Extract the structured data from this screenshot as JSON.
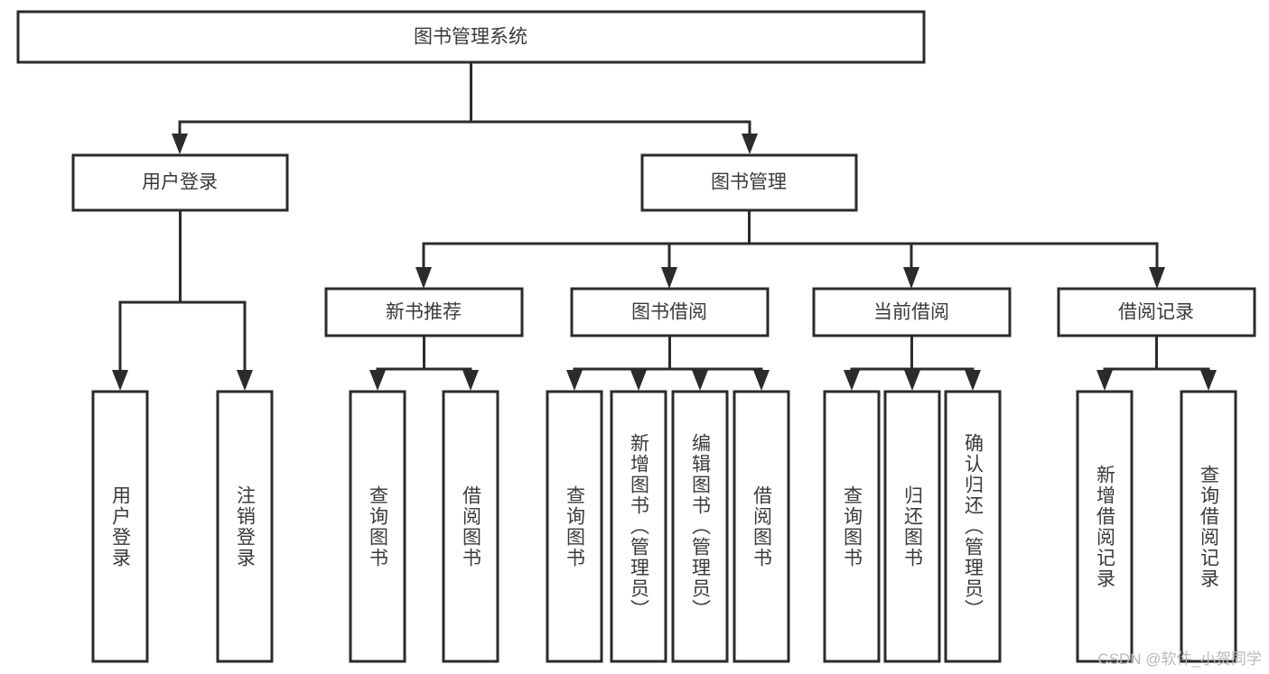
{
  "diagram": {
    "title": "图书管理系统",
    "type": "tree-hierarchy-diagram",
    "colors": {
      "stroke": "#2b2b2b",
      "fill": "#ffffff",
      "text": "#3a3a3a",
      "watermark": "#b9b9b9",
      "background": "#ffffff"
    },
    "root": {
      "label": "图书管理系统"
    },
    "level1": [
      {
        "label": "用户登录"
      },
      {
        "label": "图书管理"
      }
    ],
    "level2": [
      {
        "label": "新书推荐"
      },
      {
        "label": "图书借阅"
      },
      {
        "label": "当前借阅"
      },
      {
        "label": "借阅记录"
      }
    ],
    "leaves": {
      "user_login": [
        {
          "label": "用户登录"
        },
        {
          "label": "注销登录"
        }
      ],
      "new_book_recommend": [
        {
          "label": "查询图书"
        },
        {
          "label": "借阅图书"
        }
      ],
      "book_borrow": [
        {
          "label": "查询图书"
        },
        {
          "label": "新增图书（管理员）"
        },
        {
          "label": "编辑图书（管理员）"
        },
        {
          "label": "借阅图书"
        }
      ],
      "current_borrow": [
        {
          "label": "查询图书"
        },
        {
          "label": "归还图书"
        },
        {
          "label": "确认归还（管理员）"
        }
      ],
      "borrow_record": [
        {
          "label": "新增借阅记录"
        },
        {
          "label": "查询借阅记录"
        }
      ]
    },
    "watermark": "CSDN @软件_小贺同学"
  }
}
